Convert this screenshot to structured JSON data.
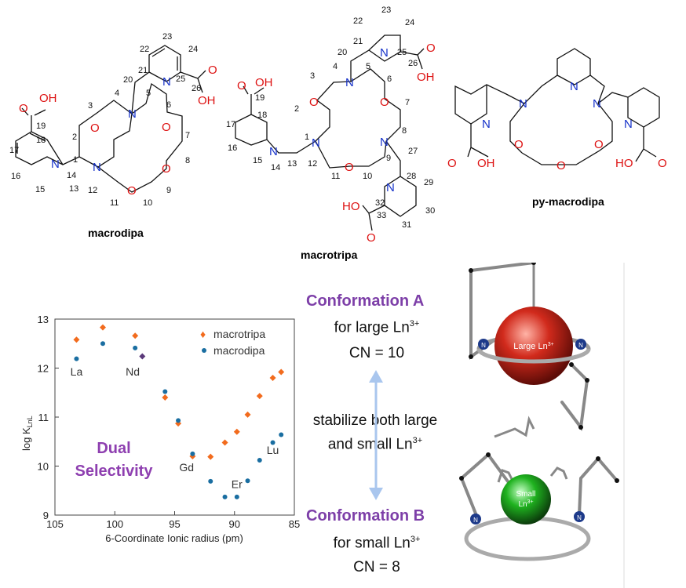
{
  "molecules": {
    "macrodipa": {
      "name": "macrodipa",
      "atoms": {
        "N": "N",
        "O": "O",
        "OH": "OH"
      },
      "numbers": [
        "1",
        "2",
        "3",
        "4",
        "5",
        "6",
        "7",
        "8",
        "9",
        "10",
        "11",
        "12",
        "13",
        "14",
        "15",
        "16",
        "17",
        "18",
        "19",
        "20",
        "21",
        "22",
        "23",
        "24",
        "25",
        "26"
      ]
    },
    "macrotripa": {
      "name": "macrotripa",
      "numbers": [
        "1",
        "2",
        "3",
        "4",
        "5",
        "6",
        "7",
        "8",
        "9",
        "10",
        "11",
        "12",
        "13",
        "14",
        "15",
        "16",
        "17",
        "18",
        "19",
        "20",
        "21",
        "22",
        "23",
        "24",
        "25",
        "26",
        "27",
        "28",
        "29",
        "30",
        "31",
        "32",
        "33"
      ],
      "ho_label": "HO"
    },
    "py_macrodipa": {
      "name": "py-macrodipa"
    }
  },
  "chart_data": {
    "type": "scatter",
    "xlabel": "6-Coordinate Ionic radius (pm)",
    "ylabel": "log K",
    "ylabel_sub": "LnL",
    "xlim": [
      105,
      85
    ],
    "ylim": [
      9,
      13
    ],
    "xticks": [
      "105",
      "100",
      "95",
      "90",
      "85"
    ],
    "yticks": [
      "9",
      "10",
      "11",
      "12",
      "13"
    ],
    "legend_position": "top-right",
    "series": [
      {
        "name": "macrotripa",
        "color": "#f26b1d",
        "points": [
          [
            103.2,
            12.58
          ],
          [
            101.0,
            12.83
          ],
          [
            98.3,
            12.66
          ],
          [
            95.8,
            11.4
          ],
          [
            94.7,
            10.87
          ],
          [
            93.5,
            10.2
          ],
          [
            92.0,
            10.19
          ],
          [
            90.8,
            10.48
          ],
          [
            89.8,
            10.7
          ],
          [
            88.9,
            11.05
          ],
          [
            87.9,
            11.43
          ],
          [
            86.8,
            11.8
          ],
          [
            86.1,
            11.92
          ]
        ]
      },
      {
        "name": "macrodipa",
        "color": "#1a6ea1",
        "points": [
          [
            103.2,
            12.19
          ],
          [
            101.0,
            12.5
          ],
          [
            98.3,
            12.41
          ],
          [
            95.8,
            11.52
          ],
          [
            94.7,
            10.93
          ],
          [
            93.5,
            10.25
          ],
          [
            92.0,
            9.69
          ],
          [
            90.8,
            9.37
          ],
          [
            89.8,
            9.37
          ],
          [
            88.9,
            9.7
          ],
          [
            87.9,
            10.12
          ],
          [
            86.8,
            10.48
          ],
          [
            86.1,
            10.64
          ]
        ]
      }
    ],
    "nd_point": {
      "x": 97.7,
      "y": 12.24,
      "color": "#5b3a7a"
    },
    "annotations": [
      "La",
      "Nd",
      "Gd",
      "Er",
      "Lu"
    ],
    "overlay_text": [
      "Dual",
      "Selectivity"
    ]
  },
  "conformations": {
    "a_title": "Conformation A",
    "a_line1": "for large Ln",
    "a_line2": "CN = 10",
    "middle_line1": "stabilize both large",
    "middle_line2": "and small Ln",
    "b_title": "Conformation B",
    "b_line1": "for small Ln",
    "b_line2": "CN = 8",
    "sup": "3+",
    "sphere_large": "Large Ln",
    "sphere_small1": "Small",
    "sphere_small2": "Ln",
    "n_label": "N",
    "colors": {
      "title": "#7d3fa8",
      "arrow": "#a9c6ee",
      "large": "#d12a1c",
      "small": "#1fb21f"
    }
  }
}
